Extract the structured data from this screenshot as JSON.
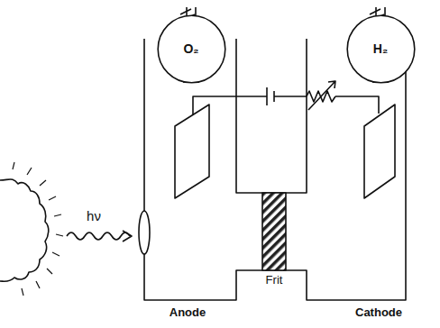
{
  "diagram": {
    "nodes": [
      {
        "text": [
          "O₂"
        ]
      },
      {
        "text": [
          "H₂"
        ]
      }
    ],
    "labels": [
      "hν",
      "Frit",
      "Anode",
      "Cathode"
    ]
  }
}
